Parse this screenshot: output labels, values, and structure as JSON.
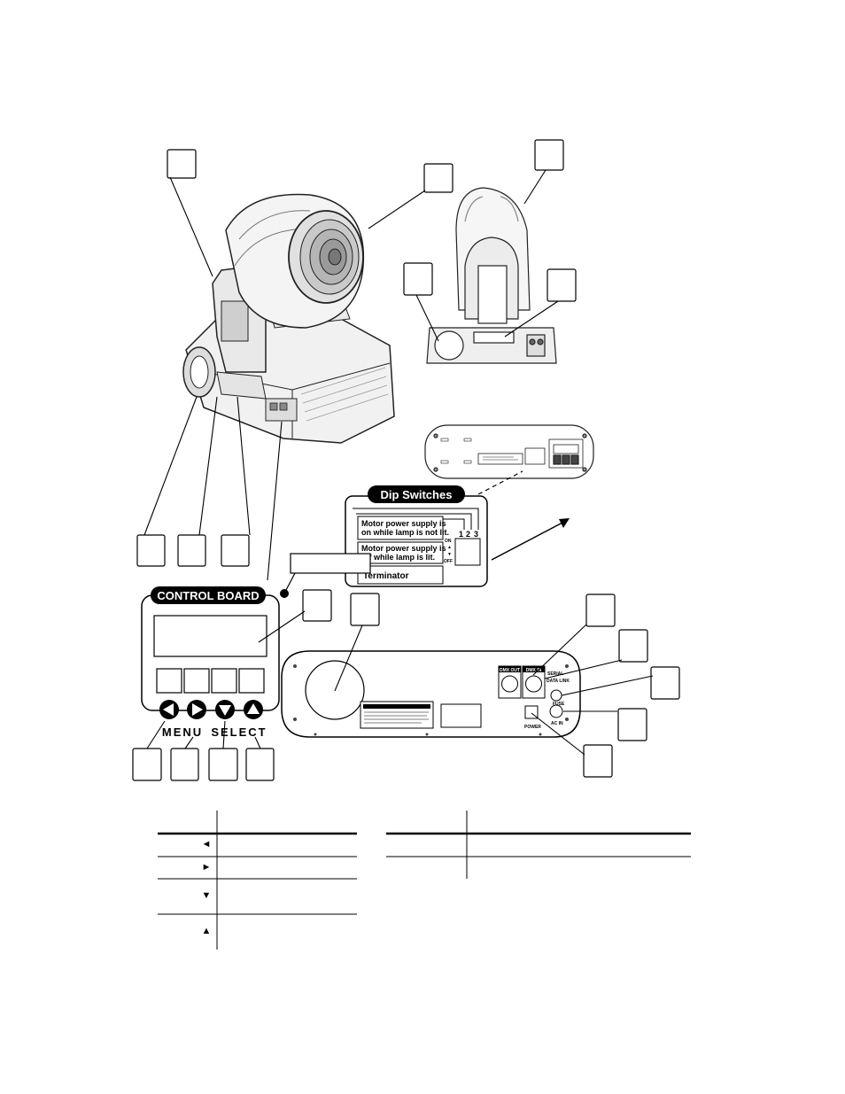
{
  "dip_panel": {
    "title": "Dip Switches",
    "row1": [
      "Motor power supply is",
      "on while lamp is not lit."
    ],
    "row2": [
      "Motor power supply is",
      "off while lamp is lit."
    ],
    "row3": "Terminator",
    "numbers": [
      "1",
      "2",
      "3"
    ],
    "on_label": "ON",
    "off_label": "OFF"
  },
  "control_board": {
    "title": "CONTROL BOARD",
    "menu_label": "MENU",
    "select_label": "SELECT"
  },
  "rear_panel": {
    "dmx_out": "DMX OUT",
    "dmx_in": "DMX IN",
    "serial": "SERIAL",
    "data_link": "DATA LINK",
    "fuse": "FUSE",
    "ac_in": "AC IN",
    "power": "POWER"
  },
  "legend_arrows": [
    "◄",
    "►",
    "▼",
    "▲"
  ],
  "icons": {
    "left": "left-arrow-icon",
    "right": "right-arrow-icon",
    "down": "down-arrow-icon",
    "up": "up-arrow-icon"
  }
}
